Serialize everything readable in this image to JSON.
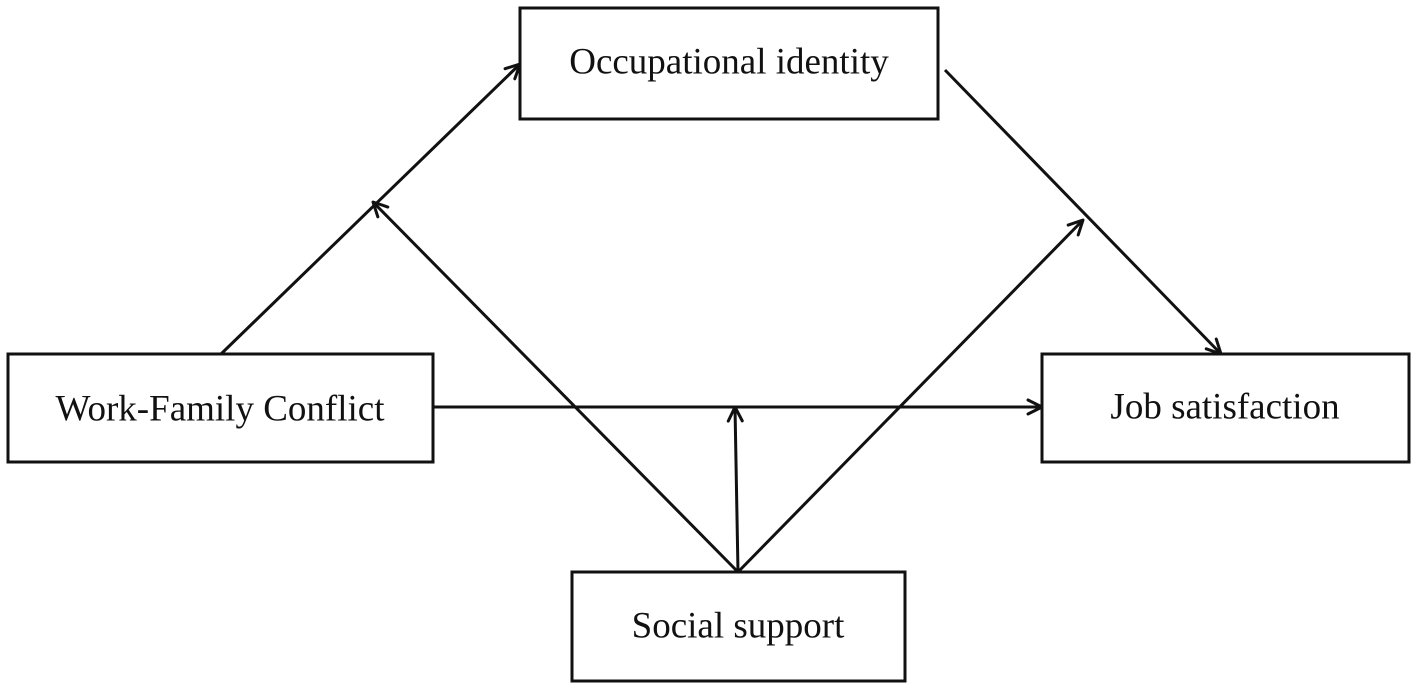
{
  "nodes": {
    "occupational_identity": "Occupational identity",
    "work_family_conflict": "Work-Family Conflict",
    "job_satisfaction": "Job satisfaction",
    "social_support": "Social support"
  },
  "colors": {
    "stroke": "#111111",
    "background": "#ffffff"
  }
}
